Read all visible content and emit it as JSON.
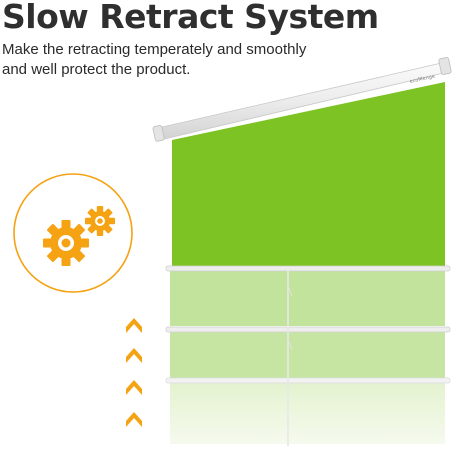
{
  "heading": {
    "title": "Slow Retract System",
    "subtitle_line1": "Make the retracting temperately and smoothly",
    "subtitle_line2": "and well protect the product."
  },
  "screen": {
    "brand": "ecoMenge"
  },
  "icons": {
    "gears": "gears-icon",
    "arrow": "chevron-up-icon"
  },
  "colors": {
    "screen_green": "#7cc323",
    "orange": "#f5a213",
    "title": "#2f2f2f"
  }
}
